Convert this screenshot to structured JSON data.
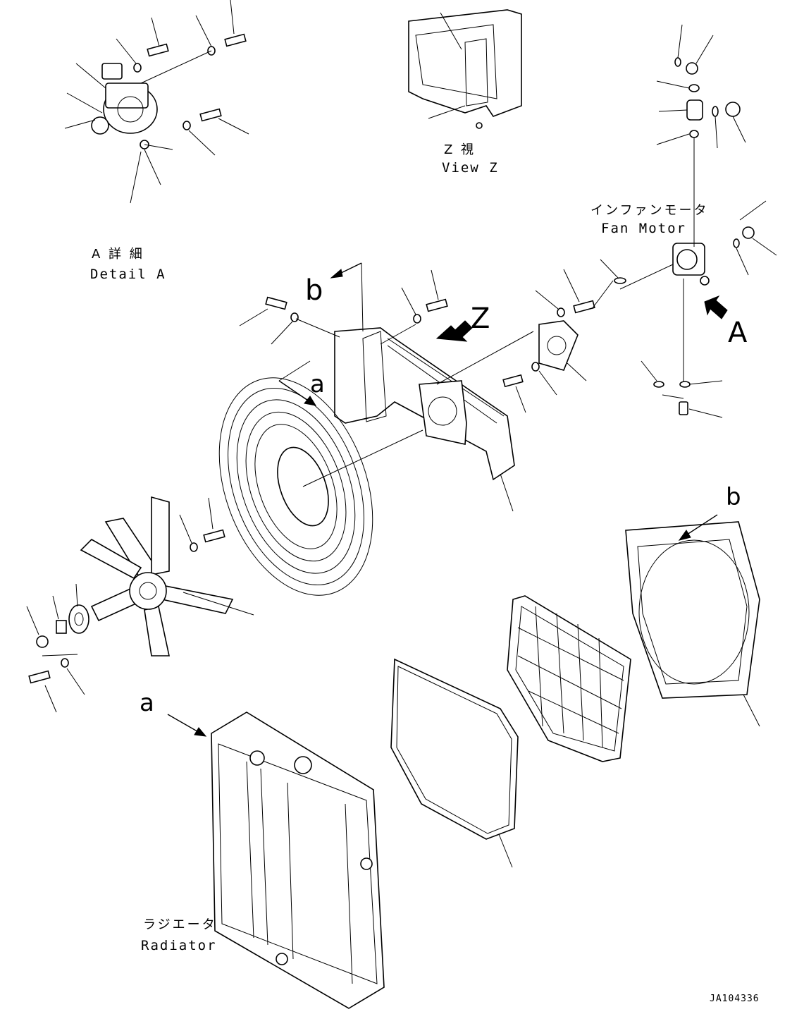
{
  "labels": {
    "detail_a_jp": "A 詳 細",
    "detail_a_en": "Detail A",
    "view_z_jp": "Z 視",
    "view_z_en": "View Z",
    "fan_motor_jp": "インファンモータ",
    "fan_motor_en": "Fan Motor",
    "radiator_jp": "ラジエータ",
    "radiator_en": "Radiator",
    "callout_b_top": "b",
    "callout_a_top": "a",
    "callout_z": "Z",
    "callout_A": "A",
    "callout_b_right": "b",
    "callout_a_left": "a",
    "drawing_number": "JA104336"
  },
  "icons": {
    "view_arrow": "filled-arrow-icon",
    "callout_arrow": "arrow-icon"
  }
}
